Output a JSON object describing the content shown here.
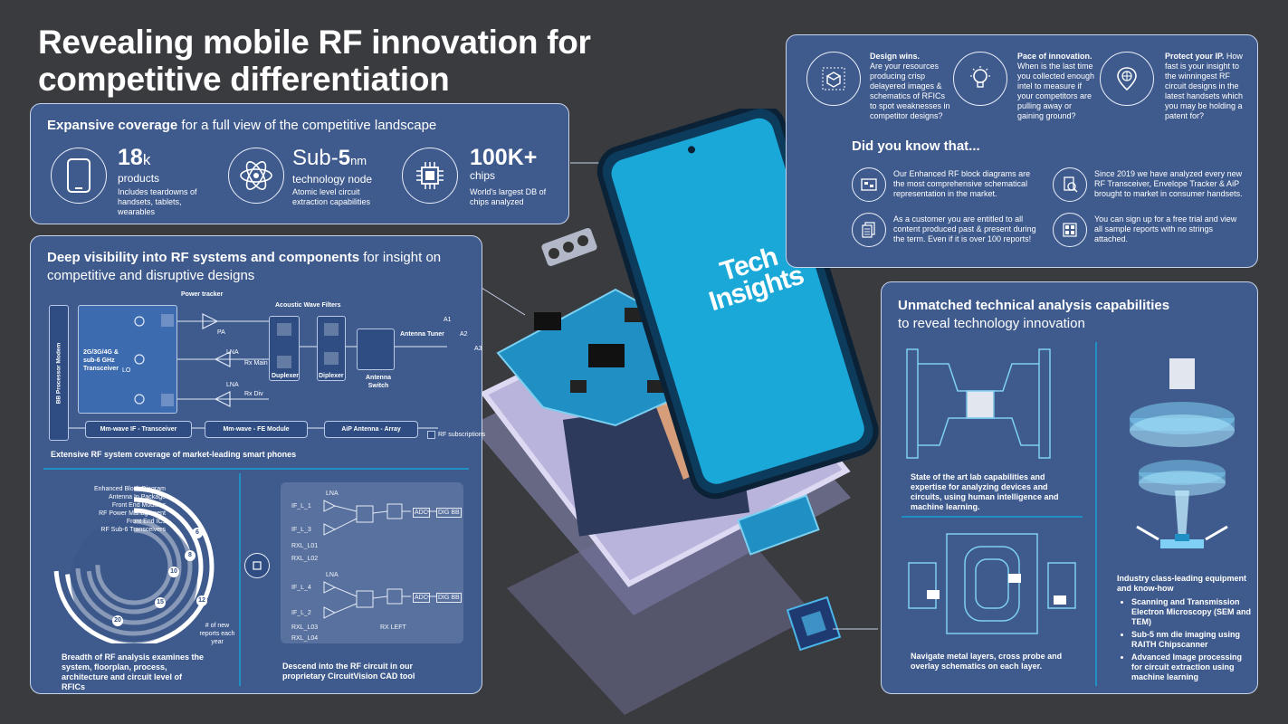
{
  "page": {
    "title_line1": "Revealing mobile RF innovation for",
    "title_line2": "competitive differentiation"
  },
  "coverage": {
    "heading_bold": "Expansive coverage",
    "heading_rest": " for a full view of the competitive landscape",
    "stats": [
      {
        "value": "18",
        "unit": "k",
        "label": "products",
        "desc": "Includes teardowns of handsets, tablets, wearables",
        "icon": "phone-icon"
      },
      {
        "value": "Sub-",
        "value_bold": "5",
        "unit": "nm",
        "label": "technology node",
        "desc": "Atomic level circuit extraction capabilities",
        "icon": "atom-icon"
      },
      {
        "value": "100K+",
        "unit": "",
        "label": "chips",
        "desc": "World's largest DB of chips analyzed",
        "icon": "chip-icon"
      }
    ]
  },
  "visibility": {
    "heading_bold": "Deep visibility into RF systems and components",
    "heading_rest": " for insight on competitive and disruptive designs",
    "diagram": {
      "bb_modem": "BB Processor Modem",
      "power_tracker": "Power tracker",
      "acoustic_filters": "Acoustic Wave Filters",
      "transceiver": "2G/3G/4G & sub-6 GHz Transceiver",
      "lo": "LO",
      "pa": "PA",
      "lna1": "LNA",
      "lna2": "LNA",
      "rx_main": "Rx Main",
      "rx_div": "Rx Div",
      "duplexer": "Duplexer",
      "diplexer": "Diplexer",
      "antenna_tuner": "Antenna Tuner",
      "antenna_switch": "Antenna Switch",
      "a1": "A1",
      "a2": "A2",
      "a3": "A3",
      "mmwave_if": "Mm-wave IF - Transceiver",
      "mmwave_fe": "Mm-wave - FE Module",
      "aip": "AiP Antenna - Array",
      "legend": "RF subscriptions"
    },
    "caption": "Extensive RF system coverage of market-leading smart phones",
    "rings": {
      "labels": [
        "Enhanced Block Diagram",
        "Antenna In Package",
        "Front End Modules",
        "RF Power Management",
        "Front End ICs",
        "RF Sub-6 Transceivers"
      ],
      "numbers": [
        "6",
        "8",
        "10",
        "15",
        "12",
        "20"
      ],
      "note": "# of new reports each year",
      "caption": "Breadth of RF analysis examines the system, floorplan, process, architecture and circuit level of RFICs"
    },
    "circuit": {
      "lna1": "LNA",
      "lna2": "LNA",
      "if_l1": "IF_L_1",
      "if_l3": "IF_L_3",
      "rxl_l01": "RXL_L01",
      "rxl_l02": "RXL_L02",
      "if_l4": "IF_L_4",
      "if_l2": "IF_L_2",
      "rxl_l03": "RXL_L03",
      "rxl_l04": "RXL_L04",
      "adc1": "ADC",
      "adc2": "ADC",
      "dig1": "DIG BB",
      "dig2": "DIG BB",
      "rx_left": "RX LEFT",
      "caption": "Descend into the RF circuit in our proprietary CircuitVision CAD tool"
    }
  },
  "phone": {
    "brand_line1": "Tech",
    "brand_line2": "Insights"
  },
  "top_right": {
    "cards": [
      {
        "title": "Design wins.",
        "text": "Are your resources producing crisp delayered images & schematics of RFICs to spot weaknesses in competitor designs?",
        "icon": "cube-icon"
      },
      {
        "title": "Pace of innovation.",
        "text": "When is the last time you collected enough intel to measure if your competitors are pulling away or gaining ground?",
        "icon": "lightbulb-icon"
      },
      {
        "title": "Protect your IP.",
        "text": "How fast is your insight to the winningest RF circuit designs in the latest handsets which you may be holding a patent for?",
        "icon": "globe-pin-icon"
      }
    ],
    "did_you_know": "Did you know that...",
    "facts": [
      {
        "text": "Our Enhanced RF block diagrams are the most comprehensive schematical representation in the market.",
        "icon": "diagram-icon"
      },
      {
        "text": "Since 2019 we have analyzed every new RF Transceiver, Envelope Tracker & AiP brought to market in consumer handsets.",
        "icon": "magnifier-icon"
      },
      {
        "text": "As a customer you are entitled to all content produced past & present during the term. Even if it is over 100 reports!",
        "icon": "documents-icon"
      },
      {
        "text": "You can sign up for a free trial and view all sample reports with no strings attached.",
        "icon": "report-icon"
      }
    ]
  },
  "analysis": {
    "heading_bold": "Unmatched technical analysis capabilities",
    "heading_rest": "to reveal technology innovation",
    "lab_caption": "State of the art lab capabilities and expertise for analyzing devices and circuits, using human intelligence and machine learning.",
    "metal_caption": "Navigate metal layers, cross probe and overlay schematics on each layer.",
    "equipment_title": "Industry class-leading equipment and know-how",
    "bullets": [
      "Scanning and Transmission Electron Microscopy (SEM and TEM)",
      "Sub-5 nm die imaging using RAITH Chipscanner",
      "Advanced Image processing for circuit extraction using machine learning"
    ]
  },
  "colors": {
    "background": "#3a3b3f",
    "panel": "#3f5b8e",
    "border": "#c8d4ea",
    "phone_screen": "#1aa8d8",
    "pcb": "#1f8fc4"
  }
}
